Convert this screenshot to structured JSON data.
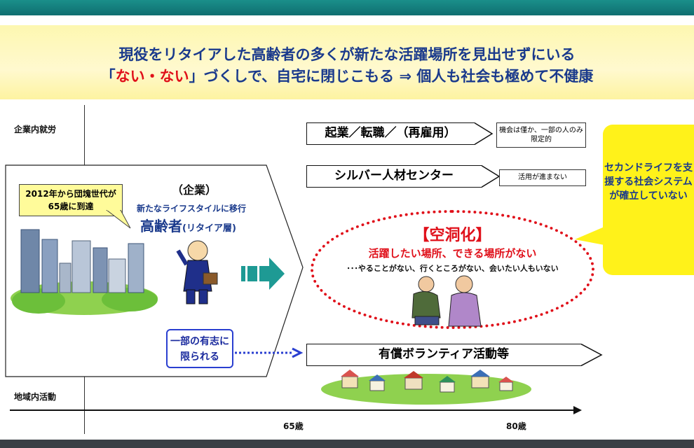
{
  "title": {
    "line1": "現役をリタイアした高齢者の多くが新たな活躍場所を見出せずにいる",
    "line2_quote_open": "「",
    "line2_red": "ない・ない",
    "line2_rest": "」づくしで、自宅に閉じこもる  ⇒  個人も社会も極めて不健康"
  },
  "axes": {
    "y_top_label": "企業内就労",
    "y_bottom_label": "地域内活動",
    "x_tick_65": "65歳",
    "x_tick_80": "80歳"
  },
  "left_panel": {
    "callout": "2012年から団塊世代が65歳に到達",
    "company": "（企業）",
    "lifestyle": "新たなライフスタイルに移行",
    "elderly": "高齢者",
    "retired": "(リタイア層)"
  },
  "options": {
    "entrepreneur": "起業／転職／（再雇用）",
    "entrepreneur_note": "機会は僅か、一部の人のみ限定的",
    "silver_center": "シルバー人材センター",
    "silver_note": "活用が進まない",
    "volunteer": "有償ボランティア活動等"
  },
  "limited": {
    "text": "一部の有志に限られる"
  },
  "hollowing": {
    "heading": "【空洞化】",
    "subheading": "活躍したい場所、できる場所がない",
    "detail": "･･･やることがない、行くところがない、会いたい人もいない"
  },
  "side_callout": {
    "text": "セカンドライフを支援する社会システムが確立していない"
  },
  "colors": {
    "accent_teal": "#0f6e70",
    "title_blue": "#1a3a8c",
    "alert_red": "#e0101a",
    "arrow_teal": "#1e9a94",
    "callout_yellow": "#fff21a"
  }
}
